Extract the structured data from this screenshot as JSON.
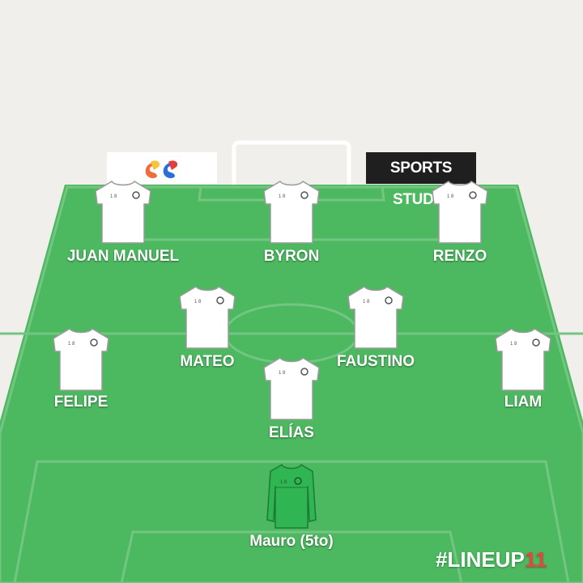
{
  "colors": {
    "background": "#f0efec",
    "pitch": "#4cb860",
    "lines": "#73c682",
    "outfield_shirt": "#ffffff",
    "goalkeeper_shirt": "#2fb552",
    "hashtag_accent": "#e8453c",
    "sponsor_bg": "#1f1f1f"
  },
  "branding": {
    "logo_icon": "ss-logo-icon",
    "sponsor_text": "SPORTS STUDIO",
    "hashtag_main": "#LINEUP",
    "hashtag_number": "11"
  },
  "formation": {
    "forwards": [
      {
        "name": "JUAN MANUEL",
        "role": "outfield"
      },
      {
        "name": "BYRON",
        "role": "outfield"
      },
      {
        "name": "RENZO",
        "role": "outfield"
      }
    ],
    "midfielders": [
      {
        "name": "MATEO",
        "role": "outfield"
      },
      {
        "name": "FAUSTINO",
        "role": "outfield"
      },
      {
        "name": "ELÍAS",
        "role": "outfield"
      }
    ],
    "defenders": [
      {
        "name": "FELIPE",
        "role": "outfield"
      },
      {
        "name": "LIAM",
        "role": "outfield"
      }
    ],
    "goalkeeper": [
      {
        "name": "Mauro (5to)",
        "role": "goalkeeper"
      }
    ]
  }
}
